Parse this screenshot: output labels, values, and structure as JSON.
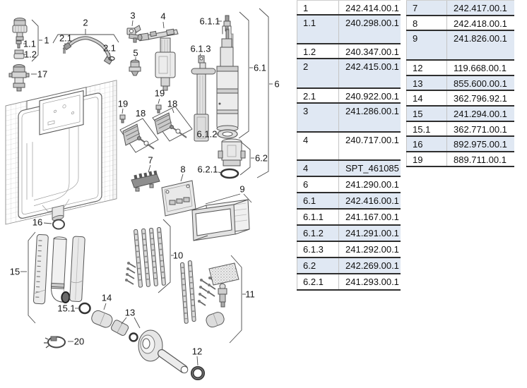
{
  "diagram": {
    "callouts": {
      "n1": "1",
      "n1_1": "1.1",
      "n1_2": "1.2",
      "n2": "2",
      "n2_1": "2.1",
      "n3": "3",
      "n4": "4",
      "n5": "5",
      "n6": "6",
      "n6_1": "6.1",
      "n6_1_1": "6.1.1",
      "n6_1_2": "6.1.2",
      "n6_1_3": "6.1.3",
      "n6_2": "6.2",
      "n6_2_1": "6.2.1",
      "n7": "7",
      "n8": "8",
      "n9": "9",
      "n10": "10",
      "n11": "11",
      "n12": "12",
      "n13": "13",
      "n14": "14",
      "n15": "15",
      "n15_1": "15.1",
      "n16": "16",
      "n17": "17",
      "n18": "18",
      "n19": "19",
      "n20": "20"
    }
  },
  "left_table": {
    "rows": [
      {
        "ref": "1",
        "part": "242.414.00.1"
      },
      {
        "ref": "1.1",
        "part": "240.298.00.1"
      },
      {
        "ref": "1.2",
        "part": "240.347.00.1"
      },
      {
        "ref": "2",
        "part": "242.415.00.1"
      },
      {
        "ref": "2.1",
        "part": "240.922.00.1"
      },
      {
        "ref": "3",
        "part": "241.286.00.1"
      },
      {
        "ref": "4",
        "part": "240.717.00.1"
      },
      {
        "ref": "4",
        "part": "SPT_461085"
      },
      {
        "ref": "6",
        "part": "241.290.00.1"
      },
      {
        "ref": "6.1",
        "part": "242.416.00.1"
      },
      {
        "ref": "6.1.1",
        "part": "241.167.00.1"
      },
      {
        "ref": "6.1.2",
        "part": "241.291.00.1"
      },
      {
        "ref": "6.1.3",
        "part": "241.292.00.1"
      },
      {
        "ref": "6.2",
        "part": "242.269.00.1"
      },
      {
        "ref": "6.2.1",
        "part": "241.293.00.1"
      }
    ]
  },
  "right_table": {
    "rows": [
      {
        "ref": "7",
        "part": "242.417.00.1"
      },
      {
        "ref": "8",
        "part": "242.418.00.1"
      },
      {
        "ref": "9",
        "part": "241.826.00.1"
      },
      {
        "ref": "12",
        "part": "119.668.00.1"
      },
      {
        "ref": "13",
        "part": "855.600.00.1"
      },
      {
        "ref": "14",
        "part": "362.796.92.1"
      },
      {
        "ref": "15",
        "part": "241.294.00.1"
      },
      {
        "ref": "15.1",
        "part": "362.771.00.1"
      },
      {
        "ref": "16",
        "part": "892.975.00.1"
      },
      {
        "ref": "19",
        "part": "889.711.00.1"
      }
    ]
  },
  "colors": {
    "row_shaded": "#e0e8f3",
    "row_border": "#2e2e2e",
    "diagram_line": "#555555"
  }
}
